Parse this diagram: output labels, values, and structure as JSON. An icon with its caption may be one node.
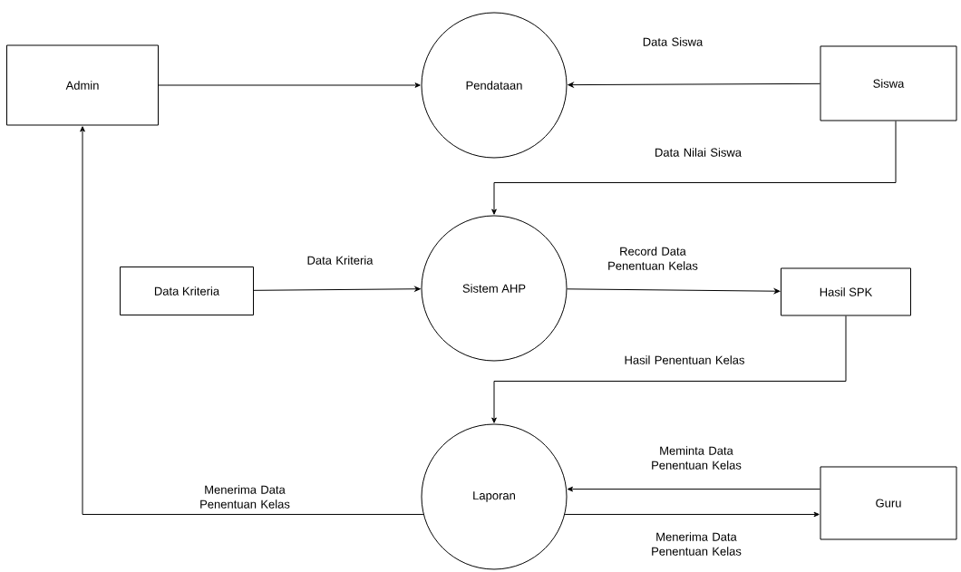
{
  "diagram": {
    "nodes": [
      {
        "text": [
          "Admin"
        ]
      },
      {
        "text": [
          "Pendataan"
        ]
      },
      {
        "text": [
          "Siswa"
        ]
      },
      {
        "text": [
          "Sistem AHP"
        ]
      },
      {
        "text": [
          "Data Kriteria"
        ]
      },
      {
        "text": [
          "Hasil SPK"
        ]
      },
      {
        "text": [
          "Laporan"
        ]
      },
      {
        "text": [
          "Guru"
        ]
      }
    ],
    "edges": [
      {
        "from": 0,
        "to": 1,
        "arrow": "to"
      },
      {
        "from": 2,
        "to": 1,
        "arrow": "to",
        "label": "Data Siswa"
      },
      {
        "from": 2,
        "to": 3,
        "arrow": "to",
        "label": "Data Nilai Siswa"
      },
      {
        "from": 4,
        "to": 3,
        "arrow": "to",
        "label": "Data Kriteria"
      },
      {
        "from": 3,
        "to": 5,
        "arrow": "to",
        "label": "Record Data Penentuan Kelas"
      },
      {
        "from": 5,
        "to": 6,
        "arrow": "to",
        "label": "Hasil Penentuan Kelas"
      },
      {
        "from": 7,
        "to": 6,
        "arrow": "to",
        "label": "Meminta Data Penentuan Kelas"
      },
      {
        "from": 6,
        "to": 7,
        "arrow": "to",
        "label": "Menerima Data Penentuan Kelas"
      },
      {
        "from": 6,
        "to": 0,
        "arrow": "to",
        "label": "Menerima Data Penentuan Kelas"
      }
    ]
  }
}
